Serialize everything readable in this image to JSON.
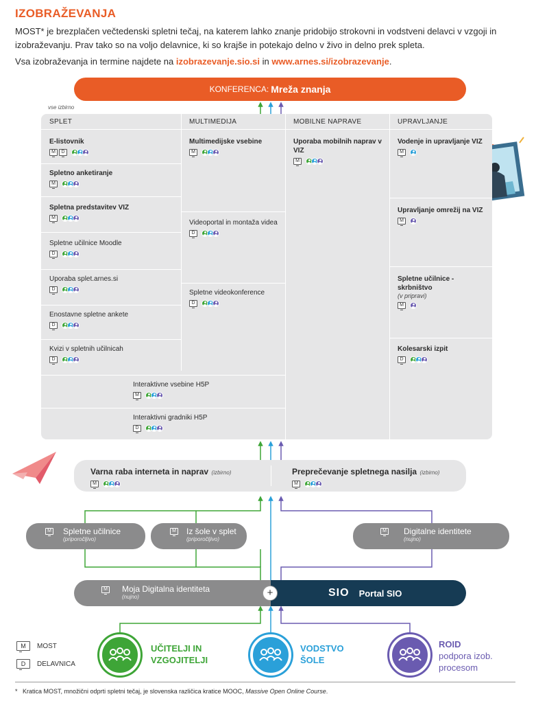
{
  "header": {
    "title": "IZOBRAŽEVANJA",
    "intro1": "MOST* je brezplačen večtedenski spletni tečaj, na katerem lahko znanje pridobijo strokovni in vodstveni delavci v vzgoji in izobraževanju. Prav tako so na voljo delavnice, ki so krajše in potekajo delno v živo in delno prek spleta.",
    "intro2_prefix": "Vsa izobraževanja in termine najdete na ",
    "link1": "izobrazevanje.sio.si",
    "intro2_mid": " in ",
    "link2": "www.arnes.si/izobrazevanje",
    "intro2_suffix": "."
  },
  "conference": {
    "prefix": "KONFERENCA:",
    "name": "Mreža znanja"
  },
  "grid": {
    "optional_note": "vse izbirno",
    "columns": [
      "SPLET",
      "MULTIMEDIJA",
      "MOBILNE NAPRAVE",
      "UPRAVLJANJE"
    ],
    "splet": [
      {
        "title": "E-listovnik",
        "bold": true,
        "types": [
          "M",
          "D"
        ],
        "audiences": [
          "g",
          "b",
          "p"
        ]
      },
      {
        "title": "Spletno anketiranje",
        "bold": true,
        "types": [
          "M"
        ],
        "audiences": [
          "g",
          "b",
          "p"
        ]
      },
      {
        "title": "Spletna predstavitev VIZ",
        "bold": true,
        "types": [
          "M"
        ],
        "audiences": [
          "g",
          "b",
          "p"
        ]
      },
      {
        "title": "Spletne učilnice Moodle",
        "bold": false,
        "types": [
          "D"
        ],
        "audiences": [
          "g",
          "b",
          "p"
        ]
      },
      {
        "title": "Uporaba splet.arnes.si",
        "bold": false,
        "types": [
          "D"
        ],
        "audiences": [
          "g",
          "b",
          "p"
        ]
      },
      {
        "title": "Enostavne spletne ankete",
        "bold": false,
        "types": [
          "D"
        ],
        "audiences": [
          "g",
          "b",
          "p"
        ]
      },
      {
        "title": "Kvizi v spletnih učilnicah",
        "bold": false,
        "types": [
          "D"
        ],
        "audiences": [
          "g",
          "b",
          "p"
        ]
      }
    ],
    "multimedija": [
      {
        "title": "Multimedijske vsebine",
        "bold": true,
        "types": [
          "M"
        ],
        "audiences": [
          "g",
          "b",
          "p"
        ]
      },
      {
        "title": "Videoportal in montaža videa",
        "bold": false,
        "types": [
          "D"
        ],
        "audiences": [
          "g",
          "b",
          "p"
        ]
      },
      {
        "title": "Spletne videokonference",
        "bold": false,
        "types": [
          "D"
        ],
        "audiences": [
          "g",
          "b",
          "p"
        ]
      }
    ],
    "shared": [
      {
        "title": "Interaktivne vsebine H5P",
        "bold": false,
        "types": [
          "M"
        ],
        "audiences": [
          "g",
          "b",
          "p"
        ]
      },
      {
        "title": "Interaktivni gradniki H5P",
        "bold": false,
        "types": [
          "D"
        ],
        "audiences": [
          "g",
          "b",
          "p"
        ]
      }
    ],
    "mobilne": [
      {
        "title": "Uporaba mobilnih naprav v VIZ",
        "bold": true,
        "types": [
          "M"
        ],
        "audiences": [
          "g",
          "b",
          "p"
        ]
      }
    ],
    "upravljanje": [
      {
        "title": "Vodenje in upravljanje VIZ",
        "bold": true,
        "types": [
          "M"
        ],
        "audiences": [
          "b"
        ]
      },
      {
        "title": "Upravljanje omrežij na VIZ",
        "bold": true,
        "types": [
          "M"
        ],
        "audiences": [
          "p"
        ]
      },
      {
        "title": "Spletne učilnice - skrbništvo",
        "bold": true,
        "sub": "(v pripravi)",
        "types": [
          "M"
        ],
        "audiences": [
          "p"
        ]
      },
      {
        "title": "Kolesarski izpit",
        "bold": true,
        "types": [
          "D"
        ],
        "audiences": [
          "g",
          "b",
          "p"
        ]
      }
    ]
  },
  "safety": {
    "left": {
      "title": "Varna raba interneta in naprav",
      "sub": "(izbirno)"
    },
    "right": {
      "title": "Preprečevanje spletnega nasilja",
      "sub": "(izbirno)"
    }
  },
  "recommended": [
    {
      "title": "Spletne učilnice",
      "sub": "(priporočljivo)"
    },
    {
      "title": "Iz šole v splet",
      "sub": "(priporočljivo)"
    },
    {
      "title": "Digitalne identitete",
      "sub": "(nujno)"
    }
  ],
  "base": {
    "moja": {
      "title": "Moja Digitalna identiteta",
      "sub": "(nujno)"
    },
    "plus": "+",
    "sio_logo": "SIO",
    "sio": "Portal SIO"
  },
  "legend": [
    {
      "box": "M",
      "label": "MOST"
    },
    {
      "box": "D",
      "label": "DELAVNICA"
    }
  ],
  "audiences": {
    "green": {
      "line1": "UČITELJI IN",
      "line2": "VZGOJITELJI",
      "color": "#3ea537"
    },
    "blue": {
      "line1": "VODSTVO",
      "line2": "ŠOLE",
      "color": "#2aa0d9"
    },
    "purple": {
      "line1": "ROID",
      "line2": "podpora izob.",
      "line3": "procesom",
      "color": "#6a5bb0"
    }
  },
  "footnote": {
    "star": "*",
    "text": "Kratica MOST, množični odprti spletni tečaj, je slovenska različica kratice MOOC, ",
    "italic": "Massive Open Online Course",
    "end": "."
  }
}
